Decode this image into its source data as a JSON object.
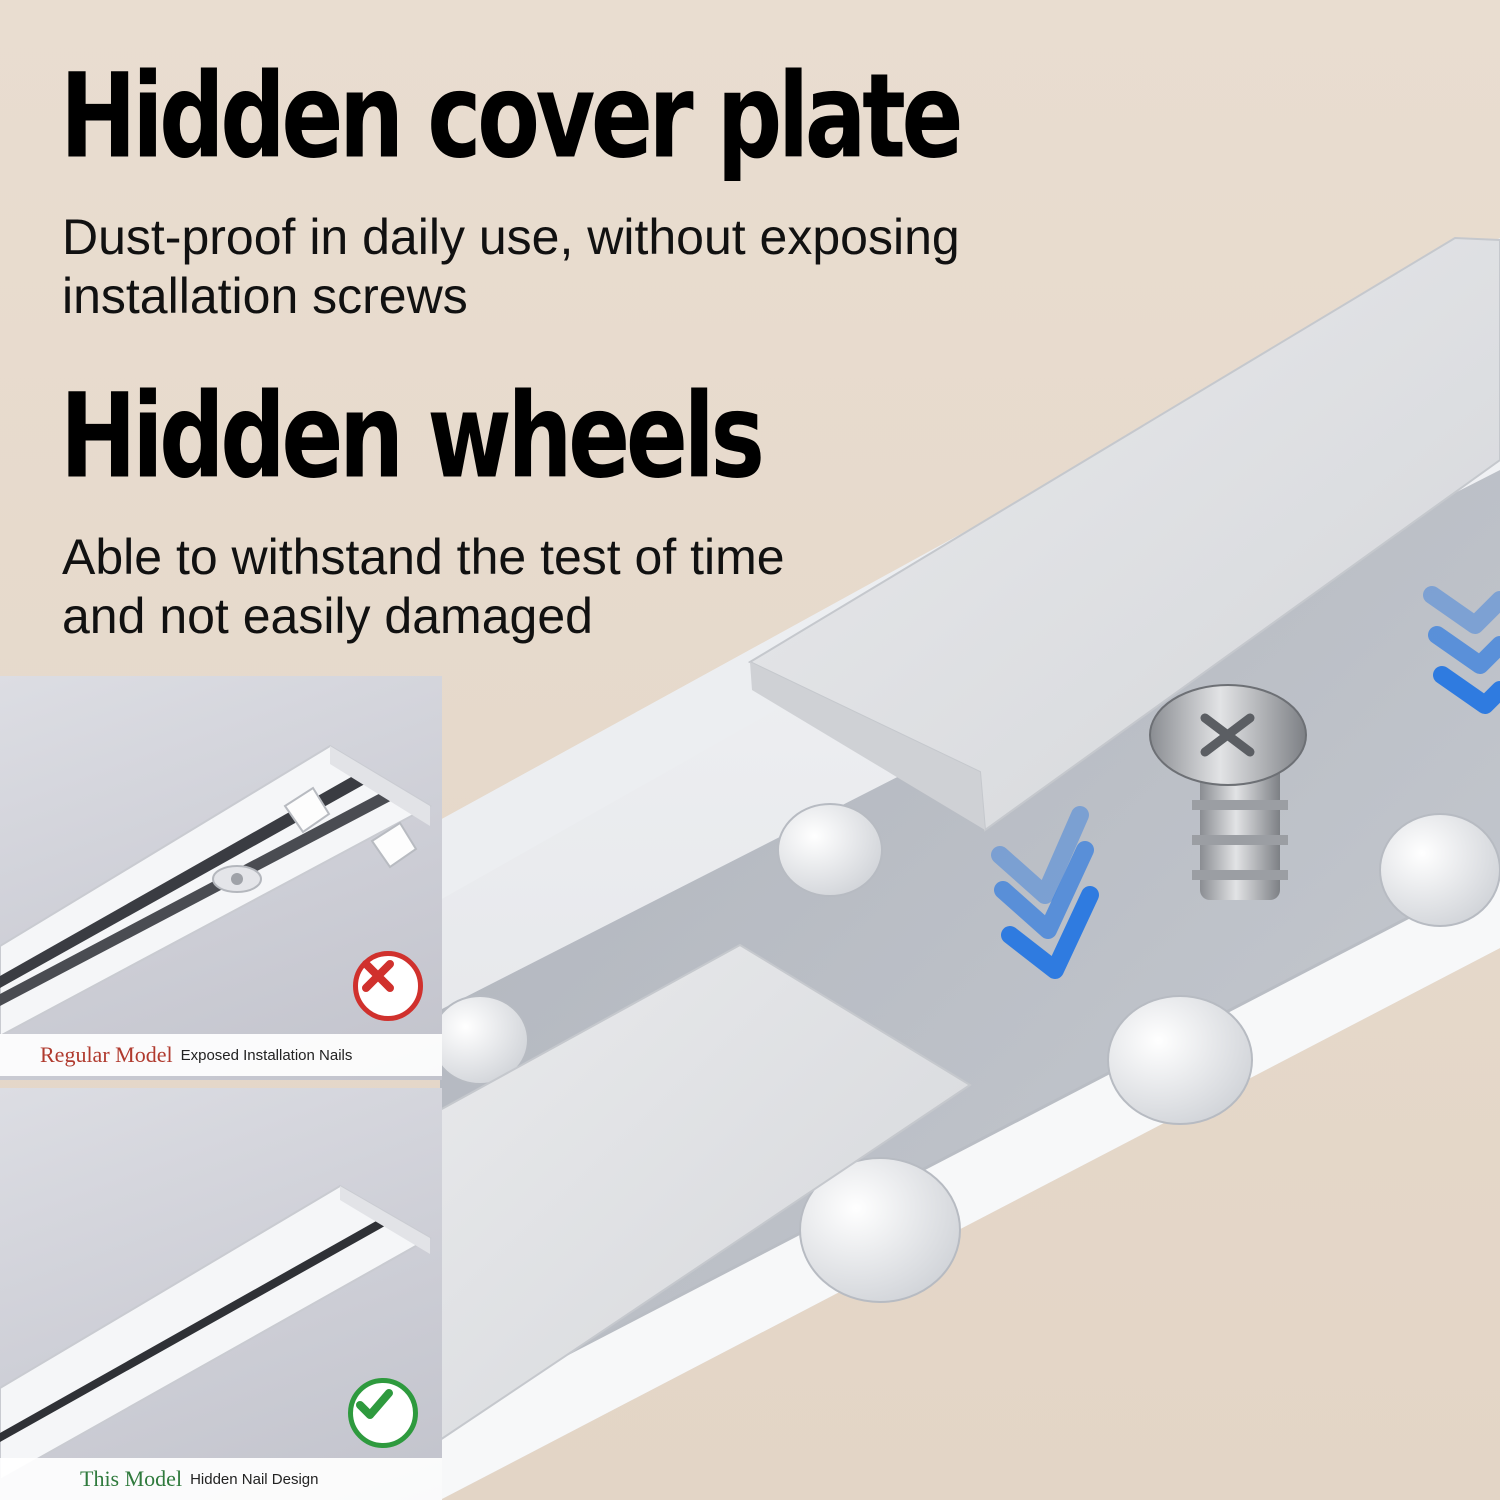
{
  "heading_1": "Hidden cover plate",
  "subtext_1": [
    "Dust-proof in daily use, without exposing",
    "installation screws"
  ],
  "heading_2": "Hidden wheels",
  "subtext_2": [
    "Able to withstand the test of time",
    "and not easily damaged"
  ],
  "comparison": {
    "regular": {
      "model": "Regular Model",
      "description": "Exposed Installation Nails",
      "status_icon": "cross-icon",
      "status_color": "#d0312d"
    },
    "this": {
      "model": "This Model",
      "description": "Hidden Nail Design",
      "status_icon": "check-icon",
      "status_color": "#2e9a3e"
    }
  },
  "colors": {
    "background": "#e7dacc",
    "arrow_blue": "#2f7be0",
    "heading": "#000000"
  }
}
